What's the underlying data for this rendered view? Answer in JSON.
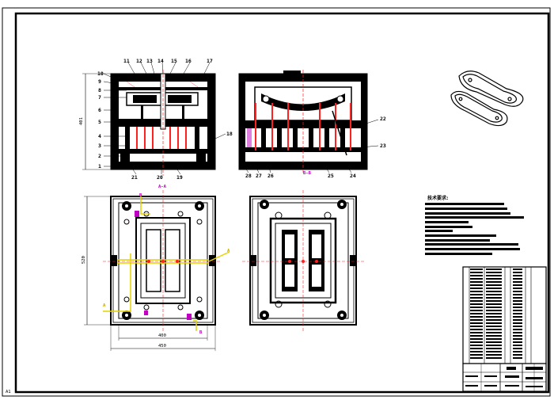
{
  "drawing": {
    "front_view_labels": [
      "11",
      "12",
      "13",
      "14",
      "15",
      "16",
      "17",
      "10",
      "9",
      "8",
      "7",
      "6",
      "5",
      "4",
      "3",
      "2",
      "1",
      "21",
      "20",
      "19",
      "18"
    ],
    "side_view_labels": [
      "22",
      "23",
      "28",
      "27",
      "26",
      "25",
      "24"
    ],
    "section_marks": {
      "front": "A-A",
      "side": "B-B",
      "plan_top": "A-A"
    },
    "dimensions": {
      "height": "401",
      "plan_height": "520",
      "plan_inner_width": "400",
      "plan_outer_width": "450"
    },
    "section_letters": {
      "plan_left": "A",
      "plan_right": "A",
      "plan_bottom_left": "B",
      "plan_bottom_right": "B"
    },
    "corner_mark": "A1",
    "notes_title": "技术要求:",
    "notes_line_count": 12,
    "bom_row_count": 28
  },
  "colors": {
    "line": "#000000",
    "hatch": "#ff2020",
    "runner": "#e6d200",
    "magenta": "#c000c0"
  }
}
